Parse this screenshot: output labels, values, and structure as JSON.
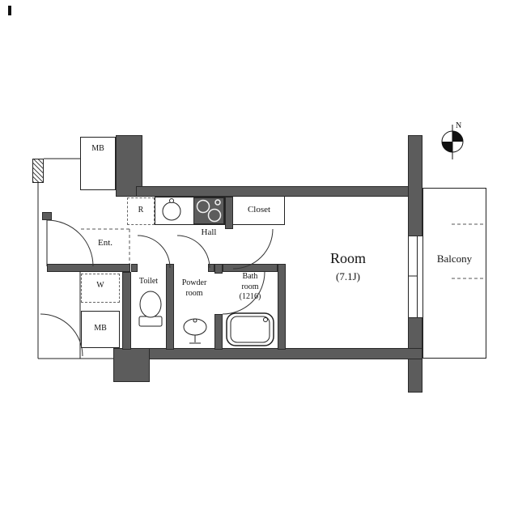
{
  "floorplan": {
    "compass": {
      "label": "N"
    },
    "rooms": {
      "mb_top": "MB",
      "entrance": "Ent.",
      "refrigerator": "R",
      "hall": "Hall",
      "closet": "Closet",
      "main_room": {
        "name": "Room",
        "size": "(7.1J)"
      },
      "balcony": "Balcony",
      "washer": "W",
      "toilet": "Toilet",
      "powder_room": {
        "line1": "Powder",
        "line2": "room"
      },
      "bath_room": {
        "line1": "Bath",
        "line2": "room",
        "size": "(1216)"
      },
      "mb_bottom": "MB"
    },
    "colors": {
      "wall": "#5c5c5c",
      "line": "#1f1f1f"
    }
  }
}
